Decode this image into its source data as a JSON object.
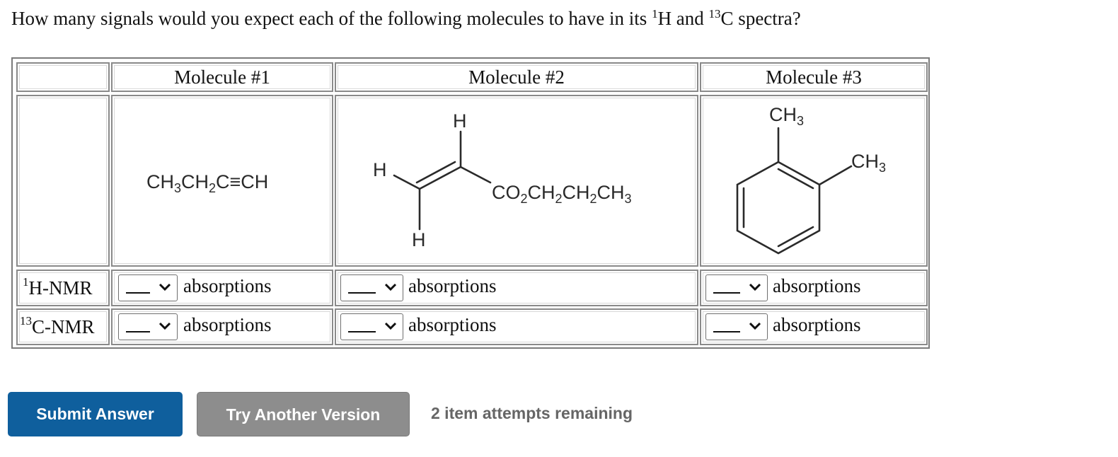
{
  "question": {
    "prefix": "How many signals would you expect each of the following molecules to have in its ",
    "sup1": "1",
    "mid": "H and ",
    "sup2": "13",
    "suffix": "C spectra?"
  },
  "table": {
    "headers": [
      "Molecule #1",
      "Molecule #2",
      "Molecule #3"
    ],
    "molecule1_formula": {
      "a": "CH",
      "b": "3",
      "c": "CH",
      "d": "2",
      "e": "C≡CH"
    },
    "molecule2": {
      "h_top": "H",
      "h_left": "H",
      "h_bottom": "H",
      "chain": {
        "a": "CO",
        "b": "2",
        "c": "CH",
        "d": "2",
        "e": "CH",
        "f": "2",
        "g": "CH",
        "h": "3"
      }
    },
    "molecule3": {
      "ch3_top": {
        "a": "CH",
        "b": "3"
      },
      "ch3_right": {
        "a": "CH",
        "b": "3"
      }
    },
    "rows": [
      {
        "label_sup": "1",
        "label": "H-NMR",
        "unit": "absorptions",
        "selected": ""
      },
      {
        "label_sup": "13",
        "label": "C-NMR",
        "unit": "absorptions",
        "selected": ""
      }
    ]
  },
  "buttons": {
    "submit": "Submit Answer",
    "try_another": "Try Another Version"
  },
  "status": {
    "attempts": "2 item attempts remaining"
  },
  "icons": {
    "dropdown": "chevron-down-icon"
  },
  "colors": {
    "primary_button": "#0f5f9d",
    "secondary_button": "#8d8d8d",
    "attempts_text": "#666666"
  }
}
